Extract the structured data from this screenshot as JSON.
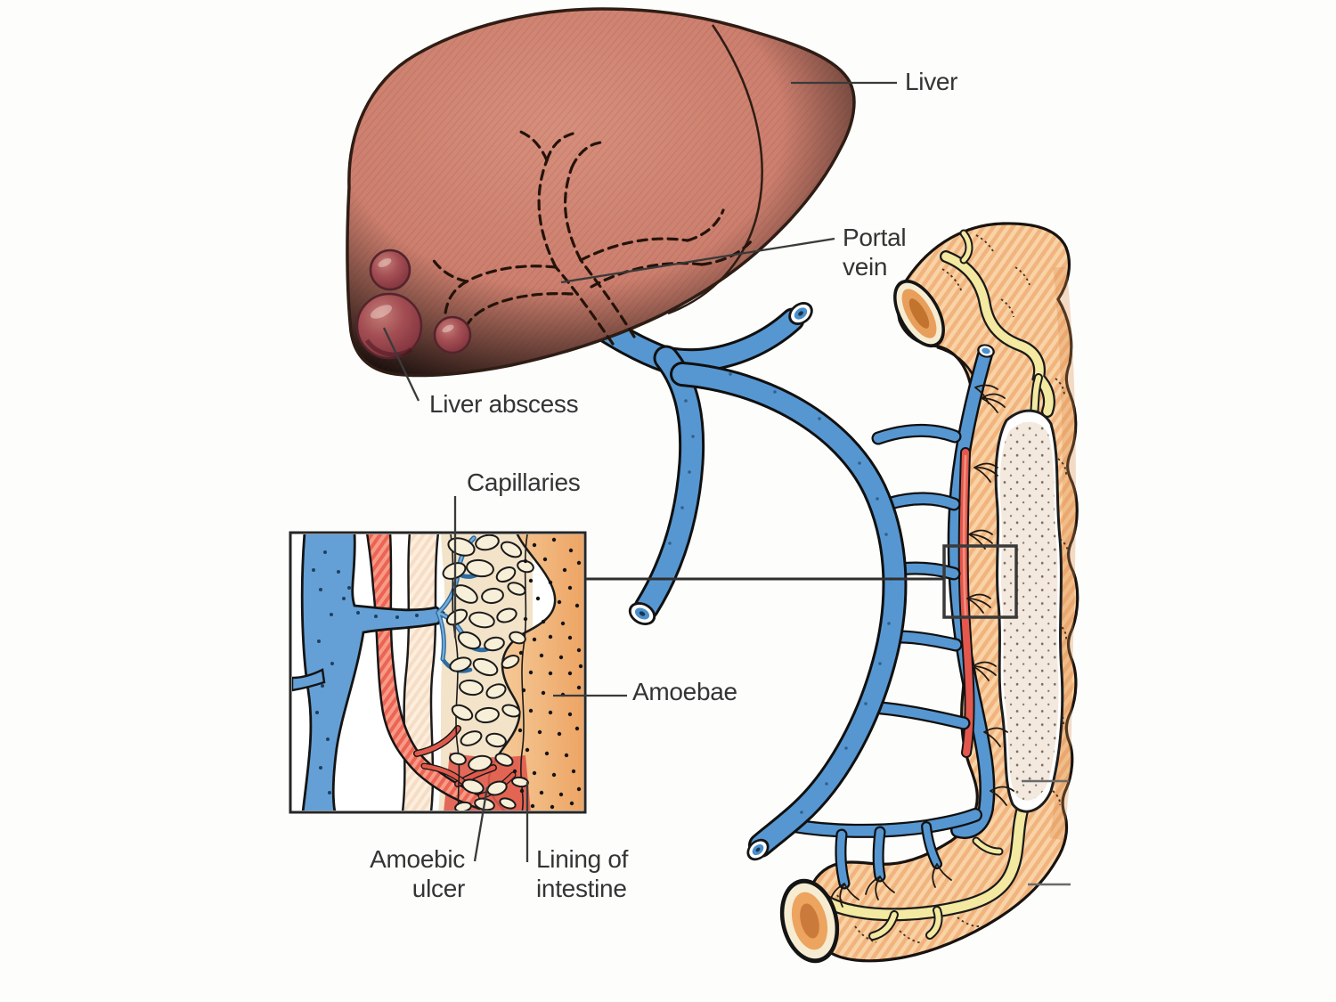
{
  "labels": {
    "liver": "Liver",
    "portal_vein": "Portal\nvein",
    "liver_abscess": "Liver abscess",
    "capillaries": "Capillaries",
    "amoebae": "Amoebae",
    "amoebic_ulcer": "Amoebic\nulcer",
    "lining_of_intestine": "Lining of\nintestine"
  },
  "colors": {
    "background": "#fdfdfb",
    "liver": "#cc7f6e",
    "liver_abscess": "#93404b",
    "vein_blue": "#5697d2",
    "artery_red": "#e4584e",
    "intestine_orange": "#f2b47e",
    "fat_yellow": "#f3e9a0",
    "intestine_lining": "#f3e9de",
    "label_text": "#343434",
    "pointer_line": "#3a3a3a"
  }
}
